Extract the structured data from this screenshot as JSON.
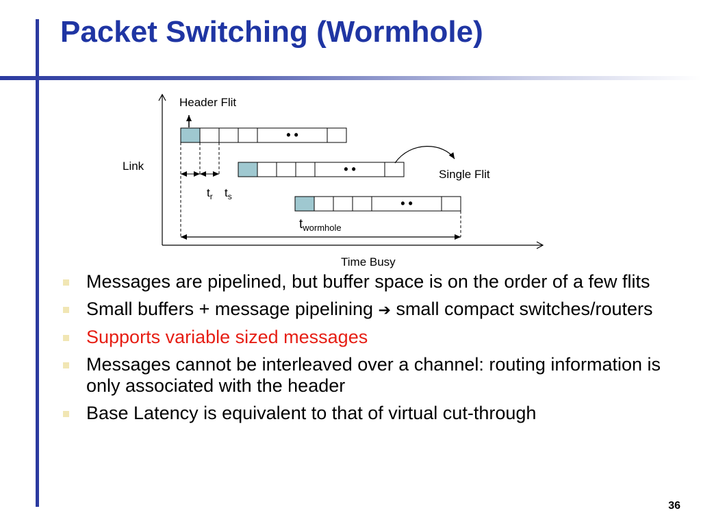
{
  "slide": {
    "title": "Packet Switching (Wormhole)",
    "page_number": "36",
    "colors": {
      "accent": "#1f35a3",
      "flit_fill": "#9fc8d0",
      "highlight": "#e61e14"
    }
  },
  "diagram": {
    "header_flit_label": "Header Flit",
    "y_axis_label": "Link",
    "x_axis_label": "Time Busy",
    "single_flit_label": "Single Flit",
    "tr_main": "t",
    "tr_sub": "r",
    "ts_main": "t",
    "ts_sub": "s",
    "tw_main": "t",
    "tw_sub": "wormhole",
    "ellipsis": "• •"
  },
  "bullets": [
    {
      "text": "Messages are pipelined, but buffer space is on the order of a few flits",
      "highlight": false
    },
    {
      "before": "Small buffers + message pipelining ",
      "arrow": "➔",
      "after": " small compact switches/routers",
      "highlight": false
    },
    {
      "text": "Supports variable sized messages",
      "highlight": true
    },
    {
      "text": "Messages cannot be interleaved over a channel: routing information is only associated with the header",
      "highlight": false
    },
    {
      "text": "Base Latency is equivalent to that of virtual cut-through",
      "highlight": false
    }
  ]
}
